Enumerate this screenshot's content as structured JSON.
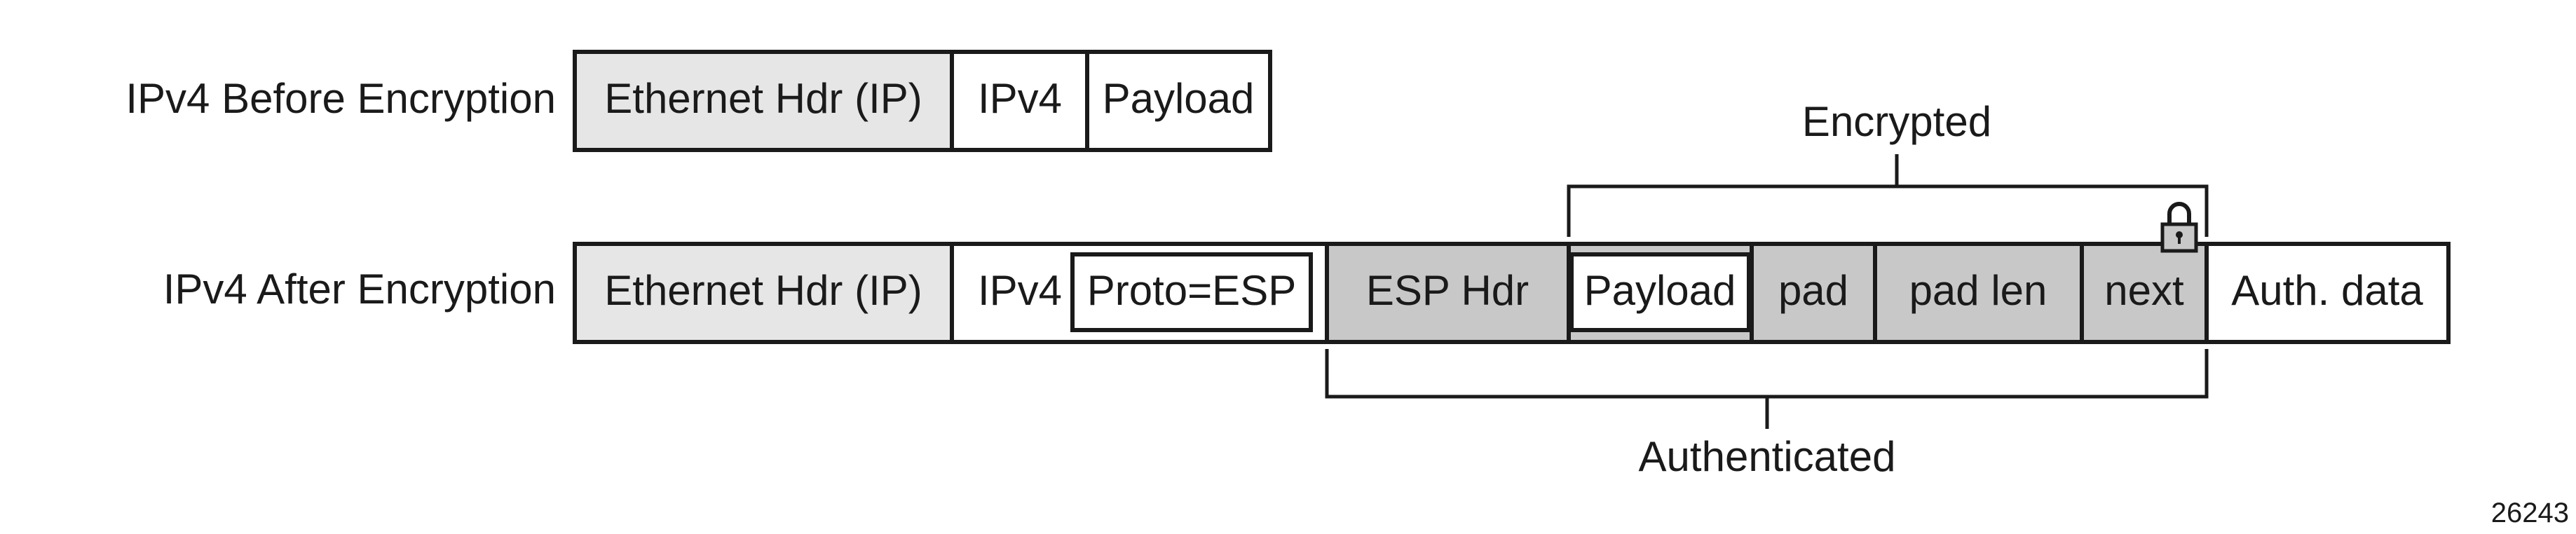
{
  "rows": {
    "before": {
      "label": "IPv4 Before Encryption",
      "segments": [
        {
          "label": "Ethernet Hdr (IP)",
          "fill": "#e6e6e6"
        },
        {
          "label": "IPv4",
          "fill": "#ffffff"
        },
        {
          "label": "Payload",
          "fill": "#ffffff"
        }
      ]
    },
    "after": {
      "label": "IPv4 After Encryption",
      "segments": [
        {
          "label": "Ethernet Hdr (IP)",
          "fill": "#e6e6e6"
        },
        {
          "label": "IPv4",
          "fill": "#ffffff"
        },
        {
          "label": "ESP Hdr",
          "fill": "#c8c8c8"
        },
        {
          "label": "pad",
          "fill": "#c8c8c8"
        },
        {
          "label": "pad len",
          "fill": "#c8c8c8"
        },
        {
          "label": "next",
          "fill": "#c8c8c8"
        },
        {
          "label": "Auth. data",
          "fill": "#ffffff"
        }
      ],
      "inner_boxes": {
        "proto": "Proto=ESP",
        "payload": "Payload"
      }
    }
  },
  "brackets": {
    "encrypted": "Encrypted",
    "authenticated": "Authenticated"
  },
  "lock_icon": "padlock-icon",
  "figure_id": "26243",
  "colors": {
    "stroke": "#1a1a1a",
    "light_gray": "#e6e6e6",
    "esp_gray": "#c8c8c8",
    "white": "#ffffff"
  }
}
